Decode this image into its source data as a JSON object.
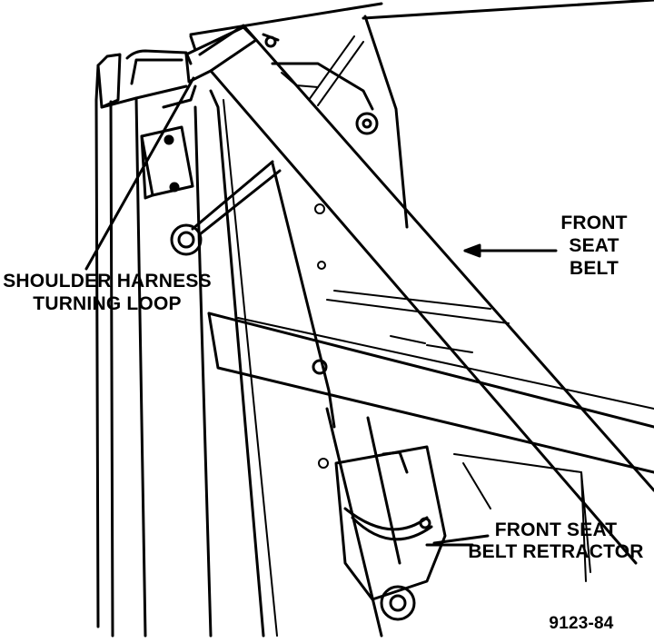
{
  "labels": {
    "front_seat_belt": [
      "FRONT",
      "SEAT",
      "BELT"
    ],
    "shoulder_harness": [
      "SHOULDER HARNESS",
      "TURNING LOOP"
    ],
    "retractor": [
      "FRONT SEAT",
      "BELT RETRACTOR"
    ],
    "figure_number": "9123-84"
  }
}
